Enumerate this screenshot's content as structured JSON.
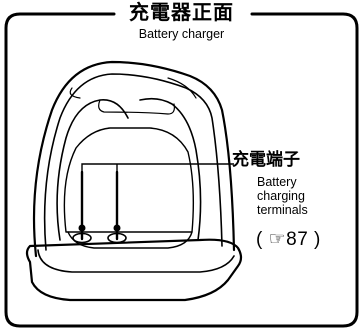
{
  "header": {
    "title_jp": "充電器正面",
    "title_en": "Battery charger"
  },
  "callout": {
    "title_jp": "充電端子",
    "line1": "Battery",
    "line2": "charging",
    "line3": "terminals",
    "reference": "( ☞87 )"
  }
}
